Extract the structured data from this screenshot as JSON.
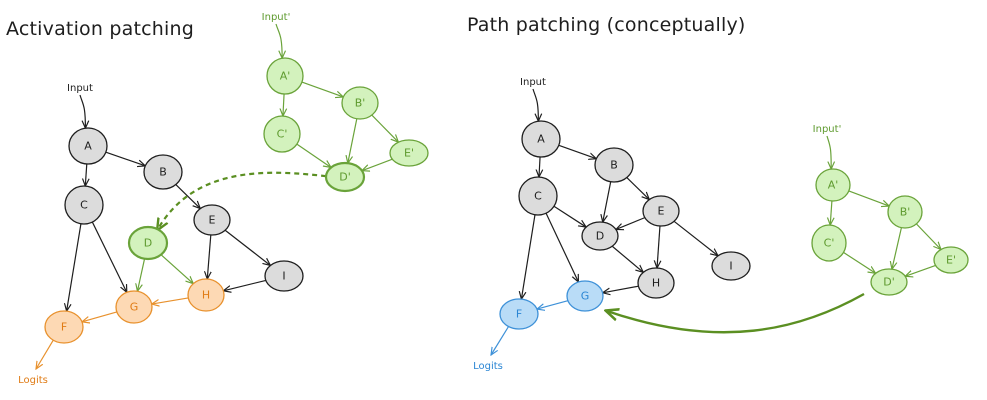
{
  "left": {
    "title": "Activation patching",
    "terminals": {
      "input": "Input",
      "input_prime": "Input'",
      "logits": "Logits"
    },
    "nodes": {
      "A": "A",
      "B": "B",
      "C": "C",
      "D": "D",
      "E": "E",
      "I": "I",
      "F": "F",
      "G": "G",
      "H": "H",
      "Ap": "A'",
      "Bp": "B'",
      "Cp": "C'",
      "Dp": "D'",
      "Ep": "E'"
    }
  },
  "right": {
    "title": "Path patching (conceptually)",
    "terminals": {
      "input": "Input",
      "input_prime": "Input'",
      "logits": "Logits"
    },
    "nodes": {
      "A": "A",
      "B": "B",
      "C": "C",
      "D": "D",
      "E": "E",
      "I": "I",
      "F": "F",
      "G": "G",
      "H": "H",
      "Ap": "A'",
      "Bp": "B'",
      "Cp": "C'",
      "Dp": "D'",
      "Ep": "E'"
    }
  },
  "colors": {
    "gray_fill": "#dcdcdc",
    "gray_stroke": "#1e1e1e",
    "green_fill": "#d3f2bd",
    "green_stroke": "#6aa33a",
    "green_text": "#5e9a2e",
    "green_dark": "#5b8f22",
    "orange_fill": "#fdd9b4",
    "orange_stroke": "#e8912d",
    "orange_text": "#e07c16",
    "blue_fill": "#b9dcf7",
    "blue_stroke": "#3e91d8",
    "blue_text": "#2b86d4"
  }
}
